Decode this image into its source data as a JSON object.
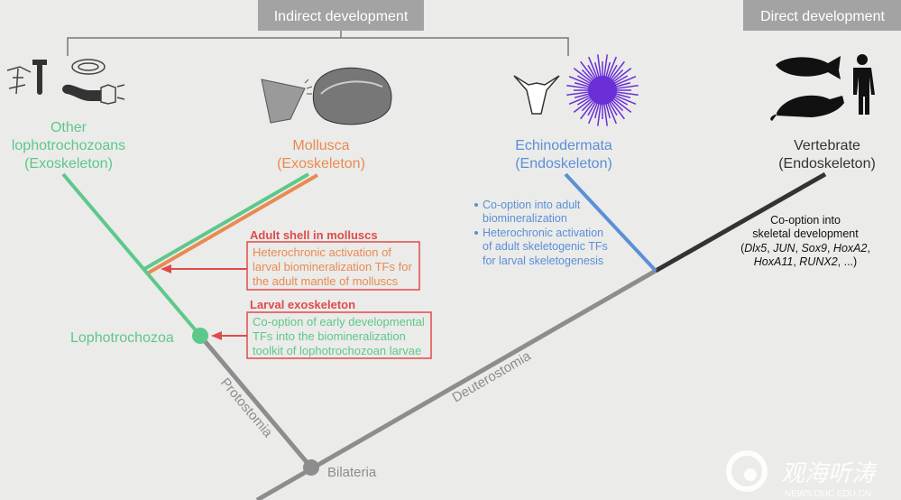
{
  "headers": {
    "indirect": "Indirect development",
    "direct": "Direct development"
  },
  "taxa": {
    "other_loph": [
      "Other",
      "lophotrochozoans",
      "(Exoskeleton)"
    ],
    "mollusca": [
      "Mollusca",
      "(Exoskeleton)"
    ],
    "echinodermata": [
      "Echinodermata",
      "(Endoskeleton)"
    ],
    "vertebrate": [
      "Vertebrate",
      "(Endoskeleton)"
    ]
  },
  "nodes": {
    "lophotrochozoa": "Lophotrochozoa",
    "bilateria": "Bilateria",
    "protostomia": "Protostomia",
    "deuterostomia": "Deuterostomia"
  },
  "adult_shell": {
    "title": "Adult shell in molluscs",
    "lines": [
      "Heterochronic activation of",
      "larval biomineralization TFs for",
      "the adult mantle of molluscs"
    ]
  },
  "larval_exo": {
    "title": "Larval exoskeleton",
    "lines": [
      "Co-option of early developmental",
      "TFs into the biomineralization",
      "toolkit of lophotrochozoan larvae"
    ]
  },
  "echino_notes": [
    "Co-option into adult",
    "biomineralization",
    "Heterochronic activation",
    "of adult skeletogenic TFs",
    "for larval skeletogenesis"
  ],
  "vert_note": {
    "lines": [
      "Co-option into",
      "skeletal development"
    ],
    "genes": [
      "Dlx5",
      "JUN",
      "Sox9",
      "HoxA2",
      "HoxA11",
      "RUNX2"
    ],
    "sep": ", ",
    "ellipsis": "...",
    "open": "(",
    "close": ")"
  },
  "watermark": {
    "cn": "观海听涛",
    "url": "NEWS.OUC.EDU.CN"
  },
  "colors": {
    "bg": "#ebebe9",
    "green": "#5dc88b",
    "orange": "#e98a52",
    "blue": "#5b8fd8",
    "dark": "#333333",
    "gray": "#8d8d8d",
    "red": "#e04a4a",
    "header": "#a3a3a3"
  }
}
